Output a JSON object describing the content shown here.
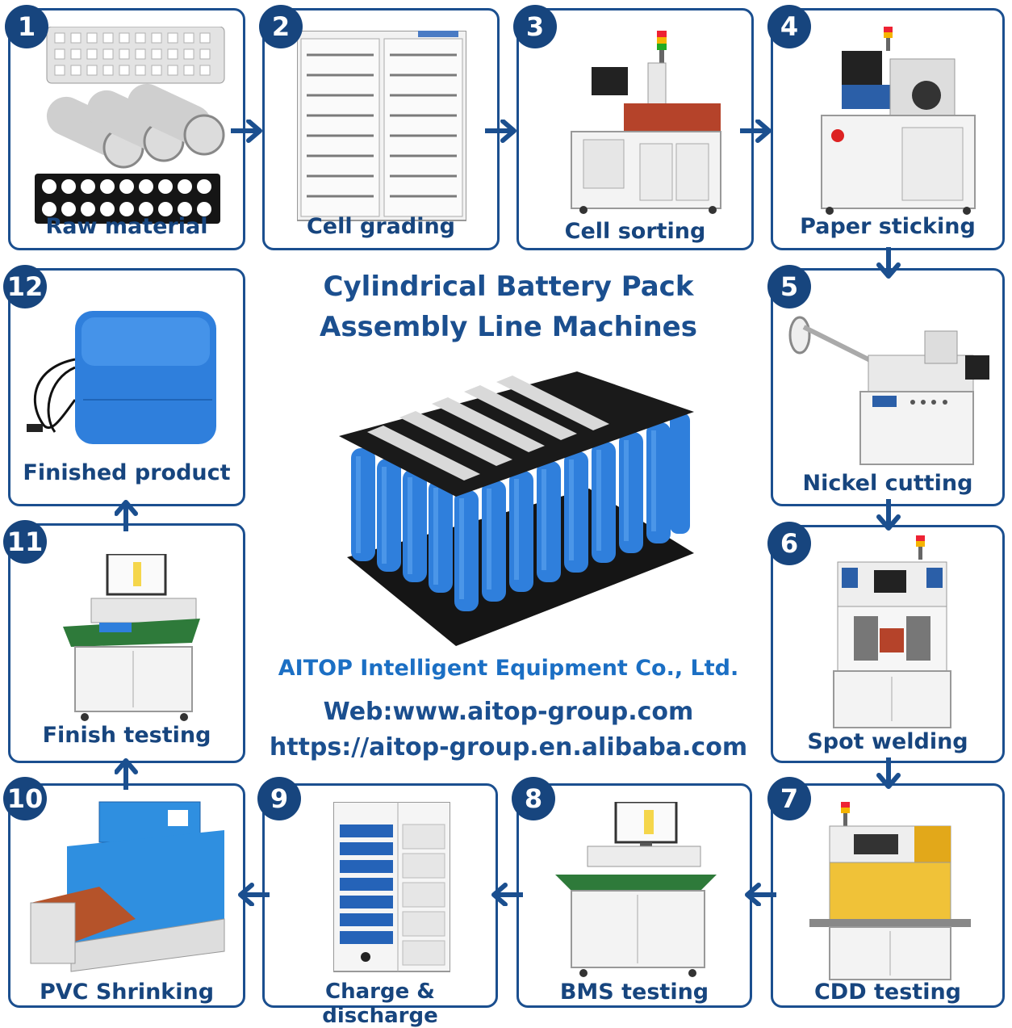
{
  "title": {
    "line1": "Cylindrical Battery Pack",
    "line2": "Assembly Line Machines"
  },
  "company": {
    "name": "AITOP Intelligent Equipment Co., Ltd.",
    "web": "Web:www.aitop-group.com",
    "alibaba": "https://aitop-group.en.alibaba.com"
  },
  "steps": [
    {
      "number": "1",
      "label": "Raw material"
    },
    {
      "number": "2",
      "label": "Cell grading"
    },
    {
      "number": "3",
      "label": "Cell sorting"
    },
    {
      "number": "4",
      "label": "Paper sticking"
    },
    {
      "number": "5",
      "label": "Nickel cutting"
    },
    {
      "number": "6",
      "label": "Spot welding"
    },
    {
      "number": "7",
      "label": "CDD testing"
    },
    {
      "number": "8",
      "label": "BMS testing"
    },
    {
      "number": "9",
      "label": "Charge & discharge"
    },
    {
      "number": "10",
      "label": "PVC Shrinking"
    },
    {
      "number": "11",
      "label": "Finish testing"
    },
    {
      "number": "12",
      "label": "Finished product"
    }
  ],
  "colors": {
    "primary": "#1b4f8f",
    "badge": "#17457e",
    "accent": "#1b6fc4",
    "battery": "#2f7fdc"
  }
}
